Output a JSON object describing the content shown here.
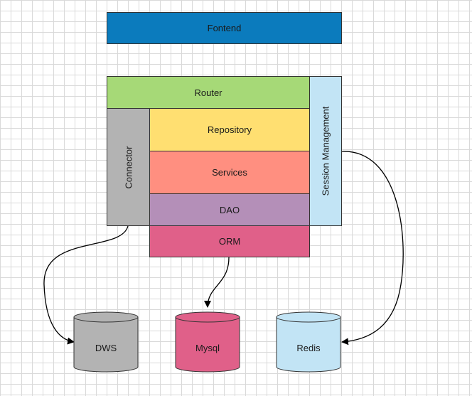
{
  "blocks": {
    "frontend": "Fontend",
    "router": "Router",
    "connector": "Connector",
    "repository": "Repository",
    "services": "Services",
    "dao": "DAO",
    "orm": "ORM",
    "session": "Session Management"
  },
  "databases": {
    "dws": "DWS",
    "mysql": "Mysql",
    "redis": "Redis"
  },
  "colors": {
    "frontend": "#0b7bbd",
    "router": "#a6d977",
    "connector": "#b3b3b3",
    "repository": "#ffdf71",
    "services": "#ff8f80",
    "dao": "#b48fb8",
    "orm": "#e06089",
    "session": "#c2e4f5",
    "dws": "#b3b3b3",
    "mysql": "#e06089",
    "redis": "#c2e4f5"
  }
}
